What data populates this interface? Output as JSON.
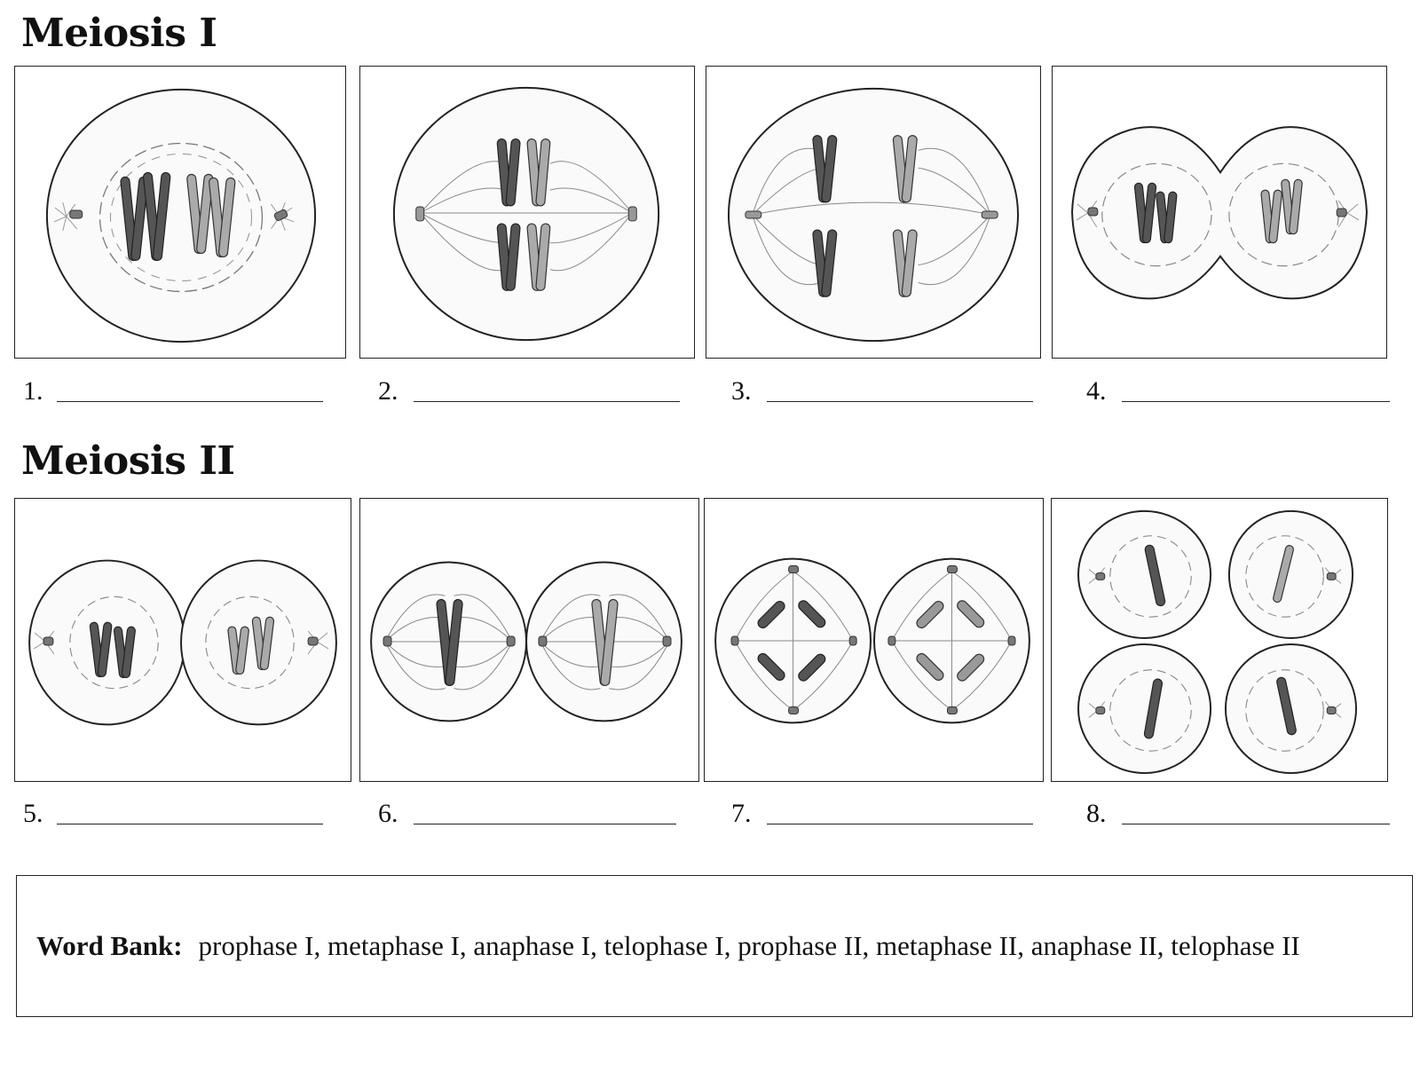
{
  "meiosis1": {
    "title": "Meiosis I",
    "panels": [
      {
        "number": "1."
      },
      {
        "number": "2."
      },
      {
        "number": "3."
      },
      {
        "number": "4."
      }
    ]
  },
  "meiosis2": {
    "title": "Meiosis II",
    "panels": [
      {
        "number": "5."
      },
      {
        "number": "6."
      },
      {
        "number": "7."
      },
      {
        "number": "8."
      }
    ]
  },
  "word_bank": {
    "label": "Word Bank:",
    "items": "prophase I,  metaphase I,  anaphase I,  telophase I,  prophase II,  metaphase II,  anaphase II,  telophase II"
  },
  "colors": {
    "dark_chromosome": "#4a4a4a",
    "light_chromosome": "#a8a8a8",
    "outline": "#222222"
  }
}
